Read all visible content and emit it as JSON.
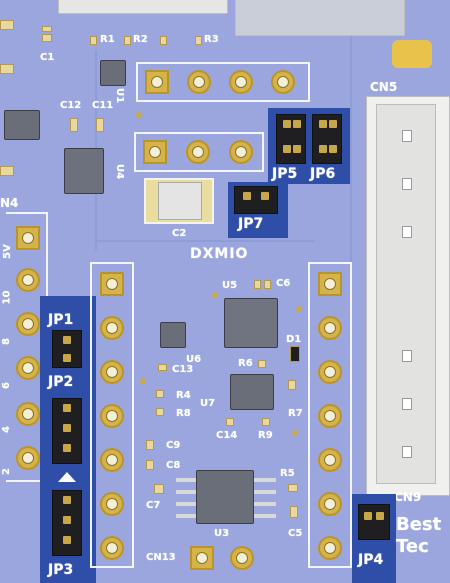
{
  "board": {
    "module_label": "DXMIO",
    "brand_partial": [
      "Best",
      "Tec"
    ]
  },
  "labels": {
    "R1": "R1",
    "R2": "R2",
    "R3": "R3",
    "C1": "C1",
    "C2": "C2",
    "C5": "C5",
    "C6": "C6",
    "C7": "C7",
    "C8": "C8",
    "C9": "C9",
    "C11": "C11",
    "C12": "C12",
    "C13": "C13",
    "C14": "C14",
    "CN4": "N4",
    "CN5": "CN5",
    "CN9": "CN9",
    "CN13": "CN13",
    "D1": "D1",
    "R4": "R4",
    "R5": "R5",
    "R6": "R6",
    "R7": "R7",
    "R8": "R8",
    "R9": "R9",
    "U1": "U1",
    "U3": "U3",
    "U4": "U4",
    "U5": "U5",
    "U6": "U6",
    "U7": "U7",
    "JP1": "JP1",
    "JP2": "JP2",
    "JP3": "JP3",
    "JP4": "JP4",
    "JP5": "JP5",
    "JP6": "JP6",
    "JP7": "JP7"
  },
  "side_pin_labels": [
    "5V",
    "10",
    "8",
    "6",
    "4",
    "2"
  ],
  "colors": {
    "board": "#9aa6dd",
    "silkscreen": "#ffffff",
    "pad_gold": "#d6b24a",
    "jumper_highlight": "#2f4ea8",
    "header_black": "#1f1f22"
  }
}
